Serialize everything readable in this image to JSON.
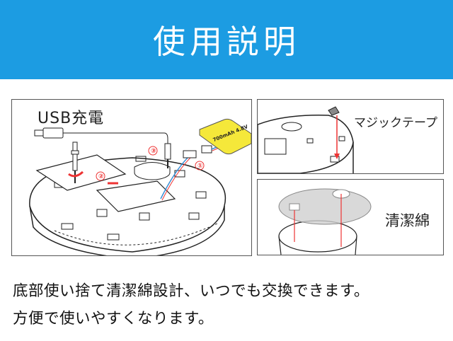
{
  "header": {
    "title": "使用説明"
  },
  "panels": {
    "usb_charging": {
      "label": "USB充電",
      "battery_label": "700mAh 4.8V",
      "steps": [
        "①",
        "②",
        "③"
      ]
    },
    "velcro": {
      "label": "マジックテープ"
    },
    "cleaning_pad": {
      "label": "清潔綿"
    }
  },
  "description": {
    "line1": "底部使い捨て清潔綿設計、いつでも交換できます。",
    "line2": "方便で使いやすくなります。"
  },
  "colors": {
    "header_bg": "#1c9ce2",
    "battery": "#f5e83a",
    "arrow": "#e33333"
  }
}
